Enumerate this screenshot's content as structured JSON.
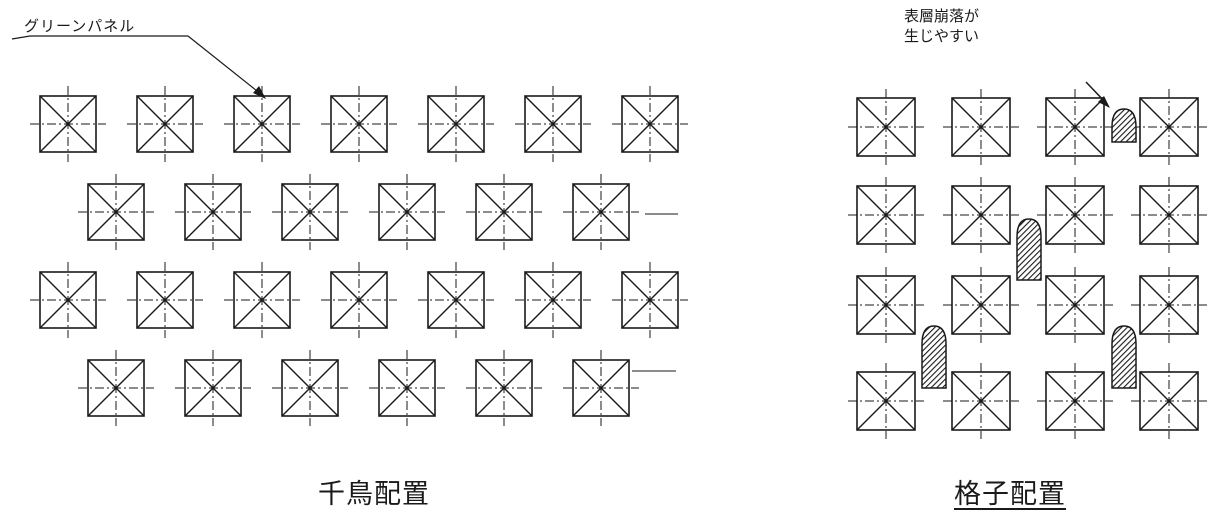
{
  "left_diagram": {
    "annotation": "グリーンパネル",
    "caption": "千鳥配置",
    "arrangement": "staggered",
    "row_panel_counts": [
      7,
      6,
      7,
      6
    ]
  },
  "right_diagram": {
    "annotation_lines": [
      "表層崩落が",
      "生じやすい"
    ],
    "caption": "格子配置",
    "arrangement": "grid",
    "rows": 4,
    "columns": 4,
    "collapse_marker_count": 4
  },
  "colors": {
    "line": "#1a1a1a",
    "background": "#ffffff"
  }
}
